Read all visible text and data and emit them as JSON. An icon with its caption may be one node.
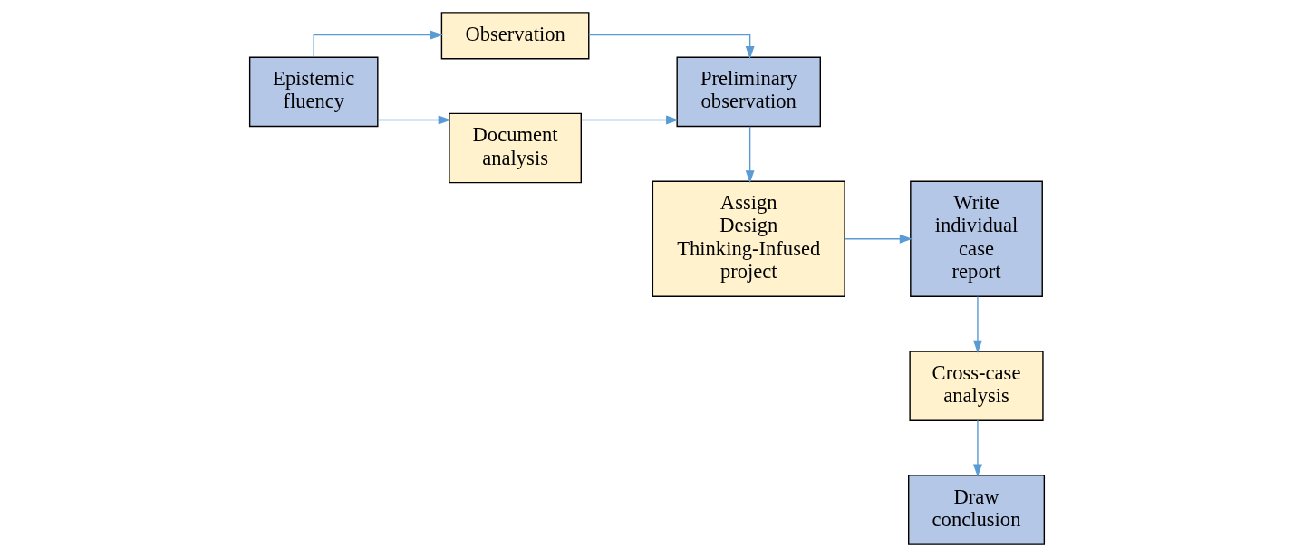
{
  "diagram": {
    "nodes": [
      {
        "text": [
          "Epistemic fluency"
        ]
      },
      {
        "text": [
          "Observation"
        ]
      },
      {
        "text": [
          "Document analysis"
        ]
      },
      {
        "text": [
          "Preliminary observation"
        ]
      },
      {
        "text": [
          "Assign Design Thinking-Infused project"
        ]
      },
      {
        "text": [
          "Write individual case report"
        ]
      },
      {
        "text": [
          "Cross-case analysis"
        ]
      },
      {
        "text": [
          "Draw conclusion"
        ]
      }
    ],
    "edges": [
      {
        "from": 0,
        "to": 1,
        "arrow": "to"
      },
      {
        "from": 0,
        "to": 2,
        "arrow": "to"
      },
      {
        "from": 1,
        "to": 3,
        "arrow": "to"
      },
      {
        "from": 2,
        "to": 3,
        "arrow": "to"
      },
      {
        "from": 3,
        "to": 4,
        "arrow": "to"
      },
      {
        "from": 4,
        "to": 5,
        "arrow": "to"
      },
      {
        "from": 5,
        "to": 6,
        "arrow": "to"
      },
      {
        "from": 6,
        "to": 7,
        "arrow": "to"
      }
    ]
  }
}
